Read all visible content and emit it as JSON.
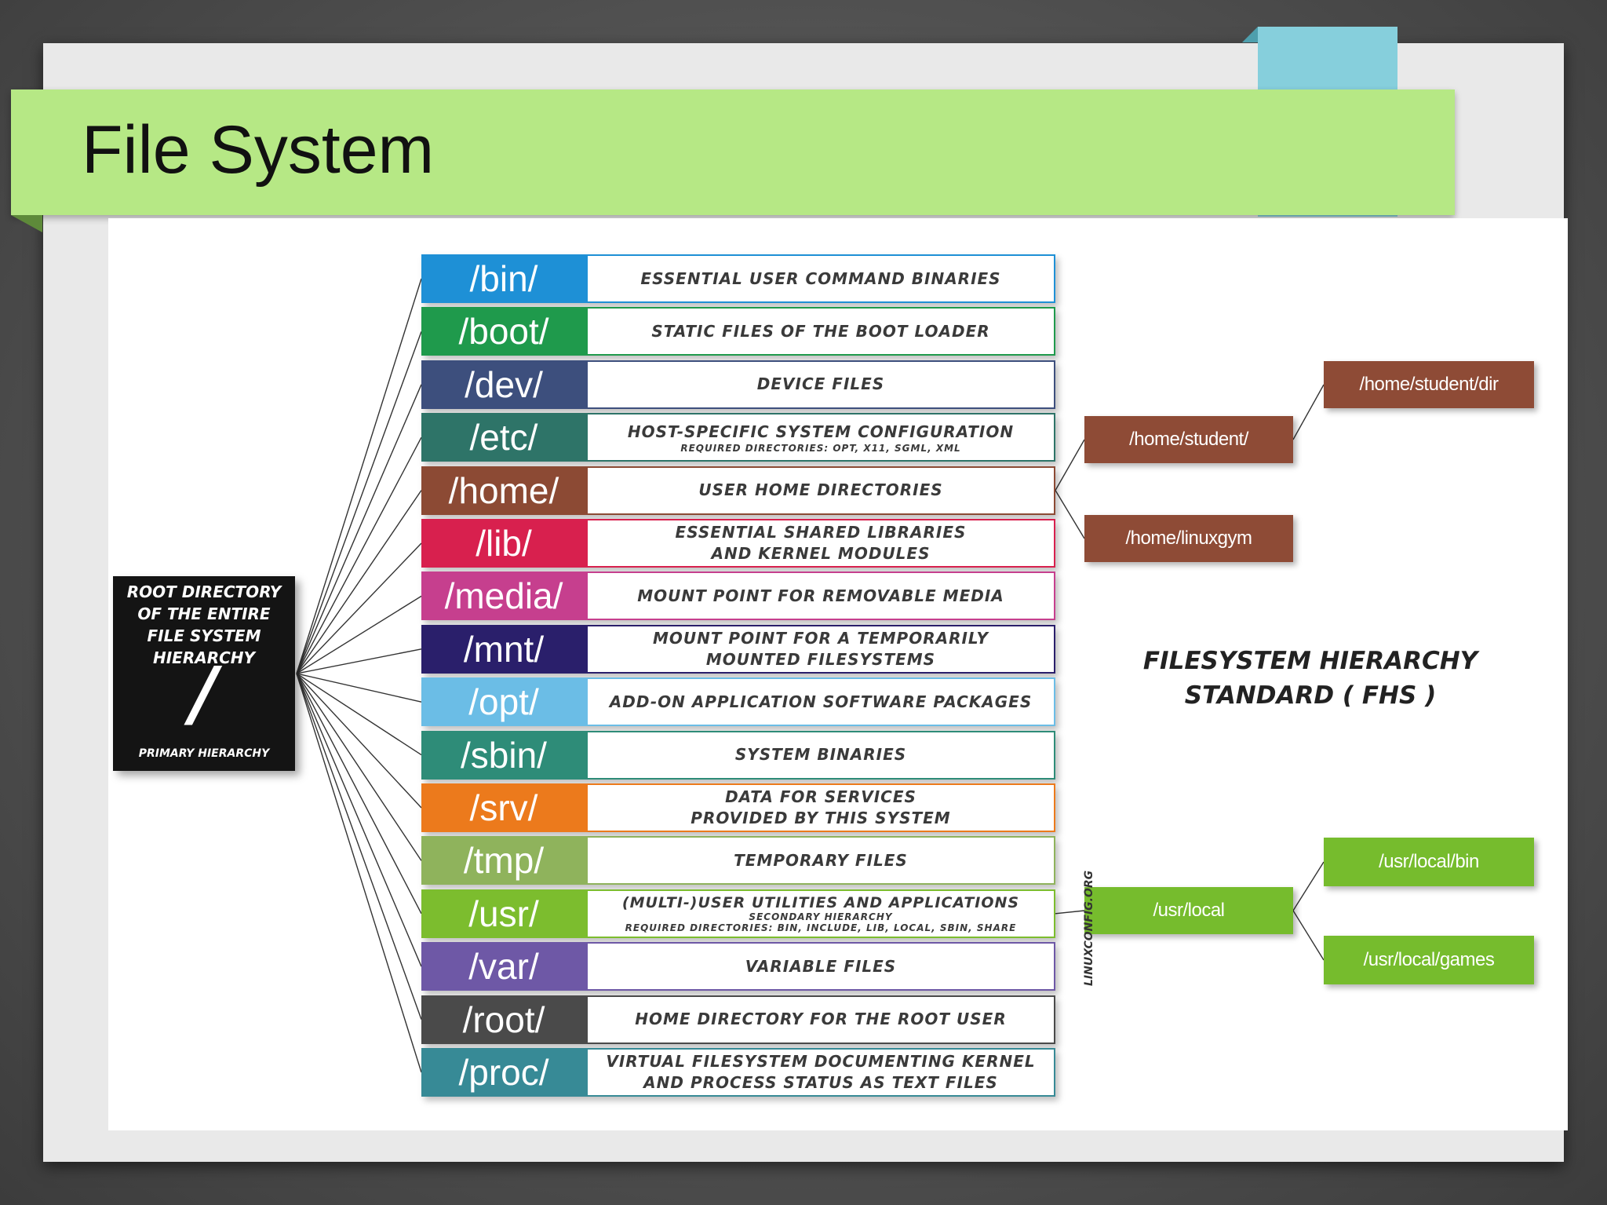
{
  "title": "File System",
  "root": {
    "label": "ROOT DIRECTORY OF THE ENTIRE FILE SYSTEM HIERARCHY",
    "symbol": "/",
    "sublabel": "PRIMARY HIERARCHY"
  },
  "directories": [
    {
      "name": "/bin/",
      "desc": "ESSENTIAL USER COMMAND BINARIES",
      "color": "#1e90d6"
    },
    {
      "name": "/boot/",
      "desc": "STATIC FILES OF THE BOOT LOADER",
      "color": "#1f9a4c"
    },
    {
      "name": "/dev/",
      "desc": "DEVICE FILES",
      "color": "#3d4f7d"
    },
    {
      "name": "/etc/",
      "desc": "HOST-SPECIFIC SYSTEM CONFIGURATION",
      "sub": "REQUIRED DIRECTORIES: OPT, X11, SGML, XML",
      "color": "#2e7468"
    },
    {
      "name": "/home/",
      "desc": "USER HOME DIRECTORIES",
      "color": "#8c4a34"
    },
    {
      "name": "/lib/",
      "desc": "ESSENTIAL SHARED LIBRARIES",
      "desc2": "AND KERNEL MODULES",
      "color": "#d8204e"
    },
    {
      "name": "/media/",
      "desc": "MOUNT POINT FOR REMOVABLE MEDIA",
      "color": "#c63f8e"
    },
    {
      "name": "/mnt/",
      "desc": "MOUNT POINT FOR A TEMPORARILY",
      "desc2": "MOUNTED FILESYSTEMS",
      "color": "#2a1f6b"
    },
    {
      "name": "/opt/",
      "desc": "ADD-ON APPLICATION SOFTWARE PACKAGES",
      "color": "#6bbde6"
    },
    {
      "name": "/sbin/",
      "desc": "SYSTEM BINARIES",
      "color": "#2e8c78"
    },
    {
      "name": "/srv/",
      "desc": "DATA FOR SERVICES",
      "desc2": "PROVIDED BY THIS SYSTEM",
      "color": "#ec7a1c"
    },
    {
      "name": "/tmp/",
      "desc": "TEMPORARY FILES",
      "color": "#8fb35c"
    },
    {
      "name": "/usr/",
      "desc": "(MULTI-)USER UTILITIES AND APPLICATIONS",
      "mid": "SECONDARY HIERARCHY",
      "sub": "REQUIRED DIRECTORIES: BIN, INCLUDE, LIB, LOCAL, SBIN, SHARE",
      "color": "#7cbd2e"
    },
    {
      "name": "/var/",
      "desc": "VARIABLE FILES",
      "color": "#6e58a6"
    },
    {
      "name": "/root/",
      "desc": "HOME DIRECTORY FOR THE ROOT USER",
      "color": "#4a4a4a"
    },
    {
      "name": "/proc/",
      "desc": "VIRTUAL FILESYSTEM DOCUMENTING KERNEL",
      "desc2": "AND PROCESS STATUS AS TEXT FILES",
      "color": "#378a96"
    }
  ],
  "subdirs": {
    "home_student": "/home/student/",
    "home_student_dir": "/home/student/dir",
    "home_linuxgym": "/home/linuxgym",
    "usr_local": "/usr/local",
    "usr_local_bin": "/usr/local/bin",
    "usr_local_games": "/usr/local/games"
  },
  "colors": {
    "home_branch": "#8e4b36",
    "usr_branch": "#76bc2d",
    "title_bar": "#b6e885"
  },
  "fhs_label_line1": "FILESYSTEM HIERARCHY",
  "fhs_label_line2": "STANDARD ( FHS )",
  "source_credit": "LINUXCONFIG.ORG"
}
